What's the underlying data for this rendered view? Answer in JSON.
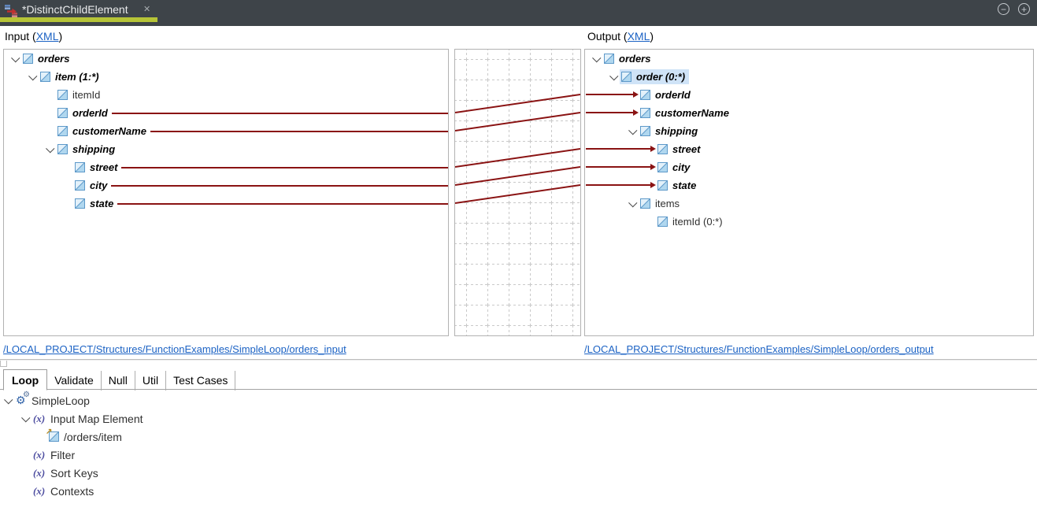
{
  "tab_bar": {
    "title": "*DistinctChildElement",
    "close_glyph": "✕",
    "collapse_glyph": "−",
    "expand_glyph": "+"
  },
  "input_panel": {
    "label_prefix": "Input (",
    "link_text": "XML",
    "label_suffix": ")",
    "tree": [
      {
        "label": "orders"
      },
      {
        "label": "item (1:*)"
      },
      {
        "label": "itemId"
      },
      {
        "label": "orderId"
      },
      {
        "label": "customerName"
      },
      {
        "label": "shipping"
      },
      {
        "label": "street"
      },
      {
        "label": "city"
      },
      {
        "label": "state"
      }
    ],
    "path_link": "/LOCAL_PROJECT/Structures/FunctionExamples/SimpleLoop/orders_input"
  },
  "output_panel": {
    "label_prefix": "Output (",
    "link_text": "XML",
    "label_suffix": ")",
    "tree": [
      {
        "label": "orders"
      },
      {
        "label": "order (0:*)"
      },
      {
        "label": "orderId"
      },
      {
        "label": "customerName"
      },
      {
        "label": "shipping"
      },
      {
        "label": "street"
      },
      {
        "label": "city"
      },
      {
        "label": "state"
      },
      {
        "label": "items"
      },
      {
        "label": "itemId (0:*)"
      }
    ],
    "selected_item": "order (0:*)",
    "path_link": "/LOCAL_PROJECT/Structures/FunctionExamples/SimpleLoop/orders_output"
  },
  "mappings": [
    {
      "from": "orderId",
      "to": "orderId"
    },
    {
      "from": "customerName",
      "to": "customerName"
    },
    {
      "from": "street",
      "to": "street"
    },
    {
      "from": "city",
      "to": "city"
    },
    {
      "from": "state",
      "to": "state"
    }
  ],
  "bottom_panel": {
    "active_tab": "Loop",
    "tabs": [
      {
        "label": "Loop"
      },
      {
        "label": "Validate"
      },
      {
        "label": "Null"
      },
      {
        "label": "Util"
      },
      {
        "label": "Test Cases"
      }
    ],
    "tree": [
      {
        "label": "SimpleLoop"
      },
      {
        "label": "Input Map Element"
      },
      {
        "label": "/orders/item"
      },
      {
        "label": "Filter"
      },
      {
        "label": "Sort Keys"
      },
      {
        "label": "Contexts"
      }
    ]
  },
  "icons": {
    "function_glyph": "(x)",
    "gear_glyph": "⚙",
    "shortcut_arrow_glyph": "↗"
  },
  "colors": {
    "topbar_bg": "#3e4449",
    "active_tab_underline": "#b6c437",
    "mapping_line": "#8a1313",
    "link_blue": "#1b62c4",
    "selection_bg": "#cfe3f7",
    "element_icon_border": "#5d99c9"
  }
}
